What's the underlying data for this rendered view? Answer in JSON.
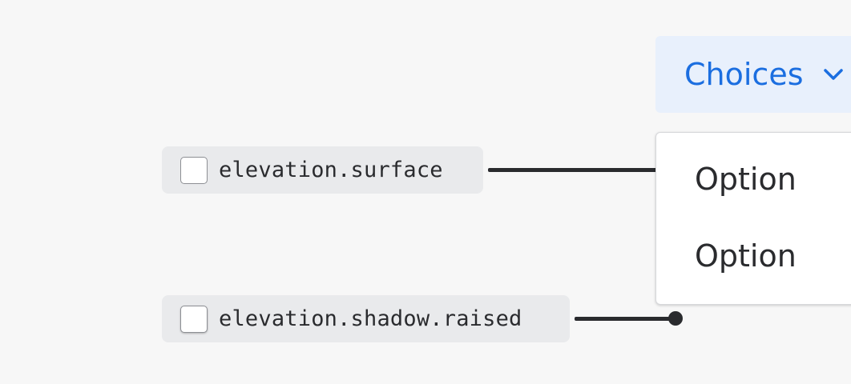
{
  "tokens": [
    {
      "label": "elevation.surface",
      "checked": false
    },
    {
      "label": "elevation.shadow.raised",
      "checked": false
    }
  ],
  "dropdown": {
    "trigger_label": "Choices",
    "trigger_icon": "chevron-down-icon",
    "options": [
      {
        "label": "Option"
      },
      {
        "label": "Option"
      }
    ]
  },
  "colors": {
    "background": "#f7f7f7",
    "token_background": "#e9eaec",
    "accent": "#1b6ee0",
    "accent_background": "#e8f0fc",
    "connector": "#2a2b2e",
    "menu_background": "#ffffff"
  }
}
